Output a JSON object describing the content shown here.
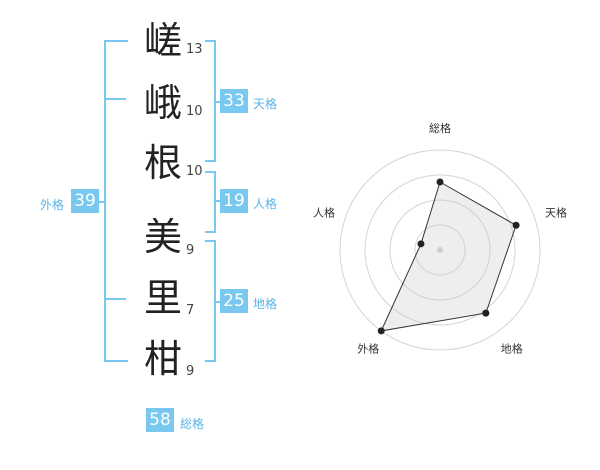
{
  "name_chars": [
    {
      "char": "嵯",
      "strokes": "13"
    },
    {
      "char": "峨",
      "strokes": "10"
    },
    {
      "char": "根",
      "strokes": "10"
    },
    {
      "char": "美",
      "strokes": "9"
    },
    {
      "char": "里",
      "strokes": "7"
    },
    {
      "char": "柑",
      "strokes": "9"
    }
  ],
  "kaku": {
    "tenkaku": {
      "value": "33",
      "label": "天格"
    },
    "jinkaku": {
      "value": "19",
      "label": "人格"
    },
    "chikaku": {
      "value": "25",
      "label": "地格"
    },
    "gaikaku": {
      "value": "39",
      "label": "外格"
    },
    "soukaku": {
      "value": "58",
      "label": "総格"
    }
  },
  "colors": {
    "accent": "#78c8f0",
    "label": "#5ab4e6"
  },
  "radar": {
    "axes": [
      "総格",
      "天格",
      "地格",
      "外格",
      "人格"
    ],
    "values": [
      0.68,
      0.8,
      0.78,
      1.0,
      0.2
    ],
    "rings": 4
  }
}
